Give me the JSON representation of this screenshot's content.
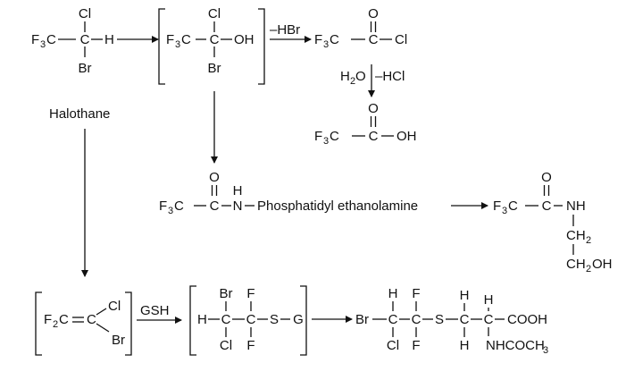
{
  "halothane_label": "Halothane",
  "atoms": {
    "F": "F",
    "Cl": "Cl",
    "Br": "Br",
    "H": "H",
    "O": "O",
    "C": "C",
    "N": "N",
    "S": "S",
    "G": "G",
    "OH": "OH",
    "NH": "NH",
    "COOH": "COOH",
    "NHCOCH": "NHCOCH",
    "F3C_left": "F",
    "F3C_right": "C",
    "F2C_left": "F",
    "F2C_right": "C",
    "CH2_left": "CH",
    "CH2OH_left": "CH",
    "CH2OH_right": "OH",
    "sub3": "3",
    "sub2": "2"
  },
  "reagents": {
    "minus_HBr": "–HBr",
    "H2O": "H",
    "H2O_O": "O",
    "sub2": "2",
    "minus_HCl": "–HCl",
    "GSH": "GSH"
  },
  "phosphatidyl": "Phosphatidyl ethanolamine"
}
